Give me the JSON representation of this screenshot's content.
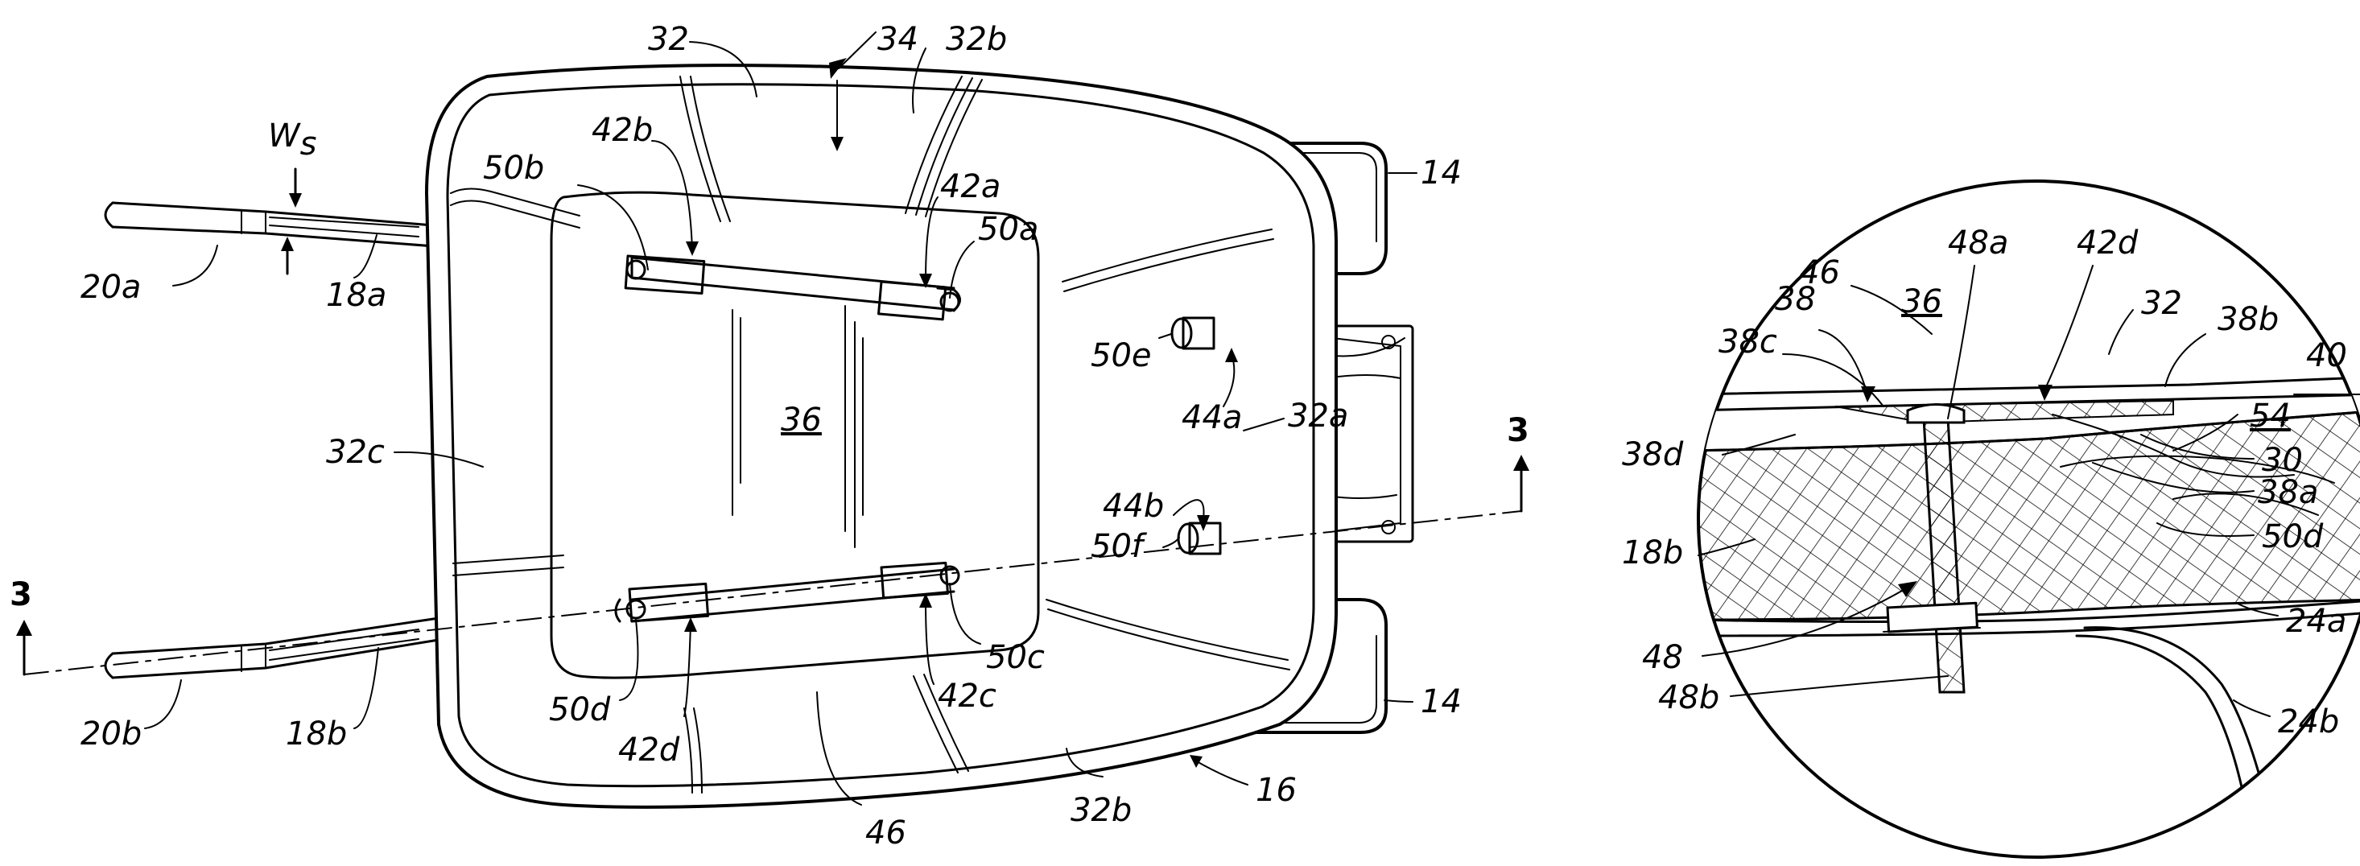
{
  "figure": {
    "main_view": {
      "labels": {
        "l32_top": "32",
        "l34": "34",
        "l32b_top": "32b",
        "l42b": "42b",
        "l50b": "50b",
        "l42a": "42a",
        "l50a": "50a",
        "l14_top": "14",
        "ws_main": "W",
        "ws_sub": "s",
        "l20a": "20a",
        "l18a": "18a",
        "l50e": "50e",
        "l44a": "44a",
        "l36": "36",
        "l32a": "32a",
        "l32c": "32c",
        "l44b": "44b",
        "l50f": "50f",
        "l3_right": "3",
        "l3_left": "3",
        "l50c": "50c",
        "l42c": "42c",
        "l50d": "50d",
        "l42d": "42d",
        "l20b": "20b",
        "l18b": "18b",
        "l14_bottom": "14",
        "l16": "16",
        "l46": "46",
        "l32b_bottom": "32b"
      }
    },
    "detail_view": {
      "labels": {
        "d48a": "48a",
        "d42d": "42d",
        "d46": "46",
        "d36": "36",
        "d32": "32",
        "d38": "38",
        "d38b": "38b",
        "d38c": "38c",
        "d40": "40",
        "d54": "54",
        "d38d": "38d",
        "d30": "30",
        "d38a": "38a",
        "d18b": "18b",
        "d50d": "50d",
        "d24a": "24a",
        "d48": "48",
        "d48b": "48b",
        "d24b": "24b"
      }
    }
  }
}
